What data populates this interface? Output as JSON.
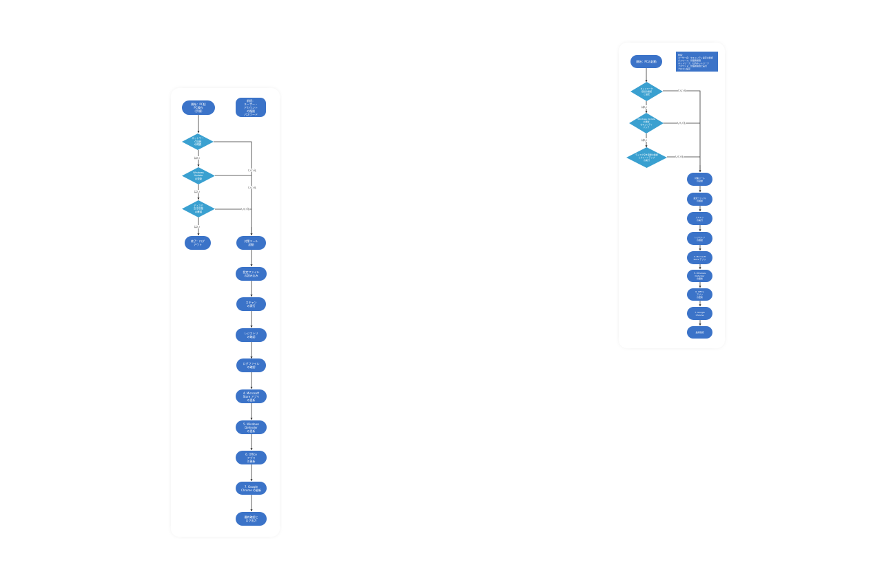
{
  "left": {
    "start": "開始：PC起\nPC操作\n（手順）",
    "note": "前提：\nユーザー・\nアカウント\nの権限\nパスワード",
    "d1": "ネットワー\nク接続\nの確認",
    "d2": "Windows\nUpdate\nの更新",
    "d3": "ディスク\n空き容量\nの確認",
    "end": "終了：ログ\nアウト",
    "y1": "はい",
    "y2": "はい",
    "y3": "はい",
    "n1": "いいえ",
    "n2": "いいえ",
    "n3": "いいえ",
    "steps": [
      "対策ツール\n起動",
      "設定ファイル\nの読み込み",
      "スキャン\nの実行",
      "レジストリ\nの確認",
      "ログファイル\nの確認",
      "4. Microsoft\nStore アプリ\nの更新",
      "5. Windows\nDefender\nの更新",
      "6. Office\nアプリ\nの更新",
      "7. Google\nChrome の更新",
      "最終確認と\nログ出力"
    ]
  },
  "right": {
    "start": "開始：PCの起動",
    "note": "前提：\nユーザー名：セキュリティ設定の確認\nパスワード：管理者権限\nネットワーク：社内ネットワーク\nアカウント：管理者権限で実行\nプロキシ設定",
    "d1": "ネットワーク\n接続の確認\nと設定",
    "d2": "Windows Update\nの更新\nセキュリティ\nパッチ",
    "d3": "ディスク空き容量の確認\nとクリーンアップ\nの実行",
    "y1": "はい",
    "y2": "はい",
    "n1": "いいえ",
    "n2": "いいえ",
    "n3": "いいえ",
    "steps": [
      "対策ツール\nの起動",
      "設定ファイル\nの確認",
      "スキャン\nの実行",
      "レジストリ\nの確認",
      "4. Microsoft\nStore アプリ",
      "5. Windows\nDefender\nの更新",
      "6. Office\nアプリ\nの更新",
      "7. Google\nChrome",
      "最終確認"
    ]
  },
  "colors": {
    "node": "#3b73c8",
    "diamond": "#3aa0d0",
    "line": "#333333"
  }
}
